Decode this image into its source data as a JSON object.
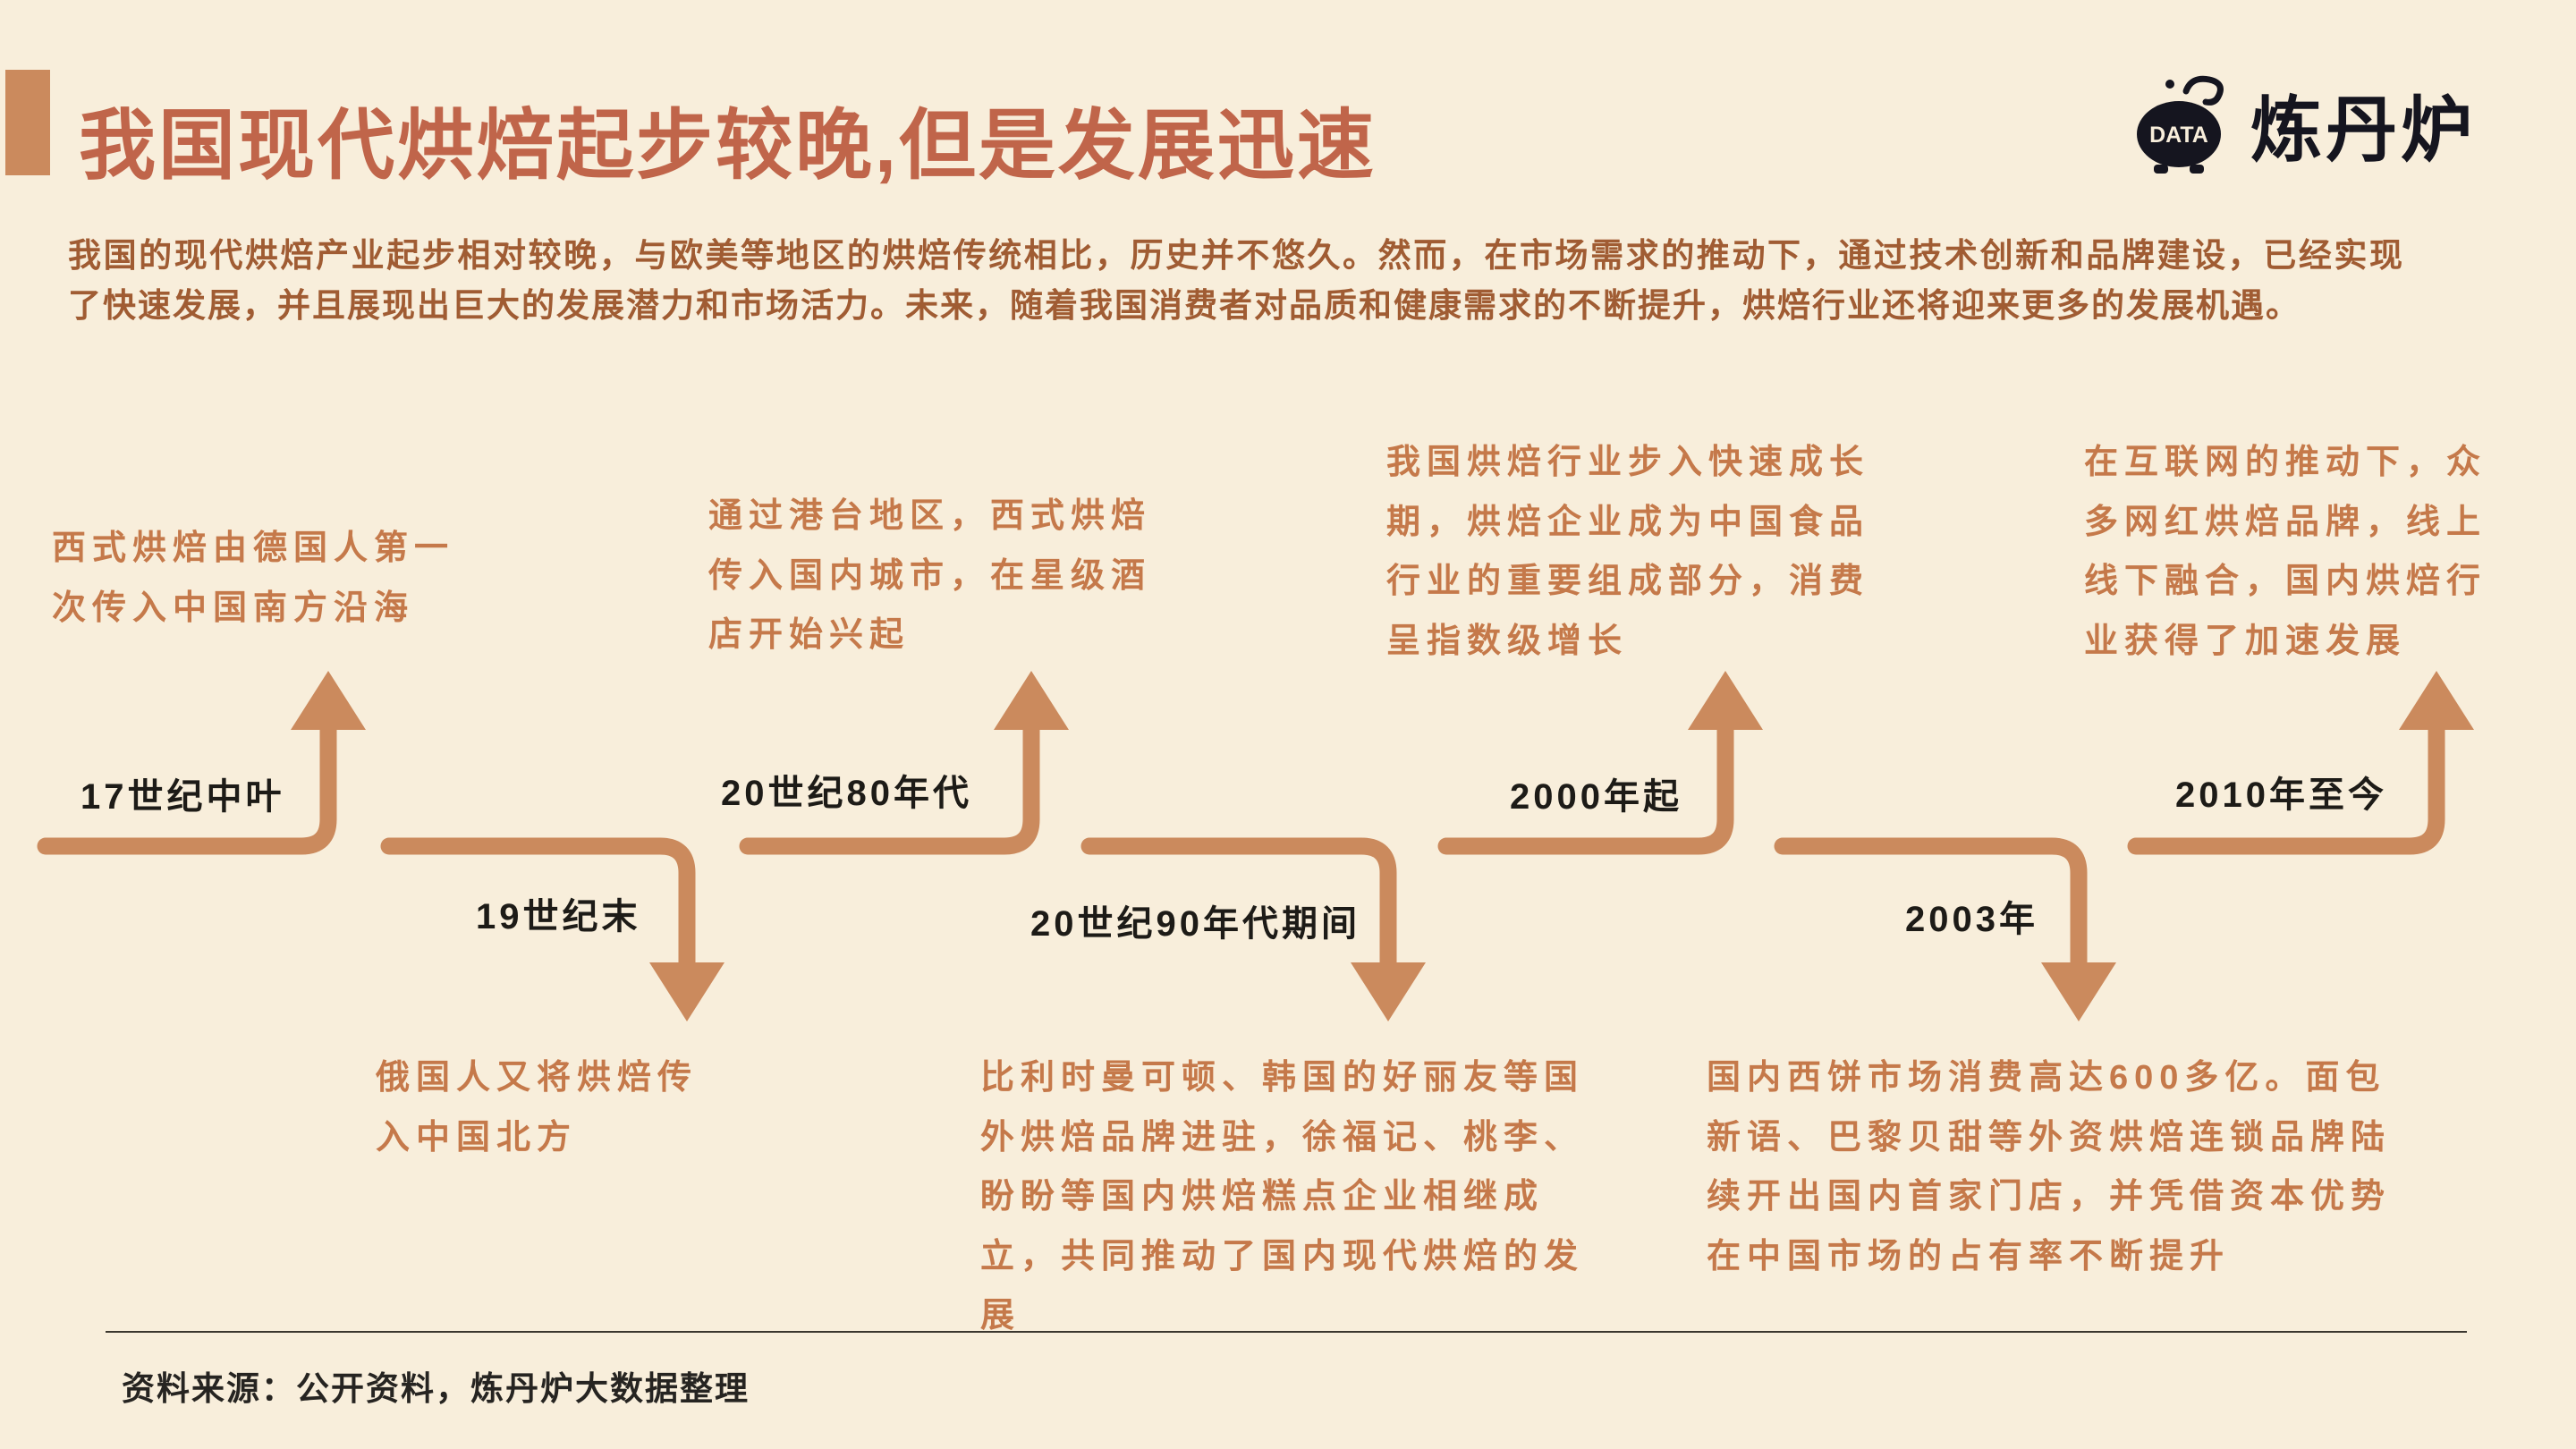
{
  "colors": {
    "background": "#f8eedb",
    "title": "#c0654a",
    "timeline": "#cb8a5d",
    "description": "#c5794a",
    "paragraph": "#a05c33",
    "ink": "#1d1b17",
    "brand": "#15151f"
  },
  "header": {
    "title": "我国现代烘焙起步较晚,但是发展迅速",
    "logo_text": "DATA",
    "brand": "炼丹炉"
  },
  "intro": {
    "text": "我国的现代烘焙产业起步相对较晚，与欧美等地区的烘焙传统相比，历史并不悠久。然而，在市场需求的推动下，通过技术创新和品牌建设，已经实现了快速发展，并且展现出巨大的发展潜力和市场活力。未来，随着我国消费者对品质和健康需求的不断提升，烘焙行业还将迎来更多的发展机遇。"
  },
  "timeline": {
    "items": [
      {
        "date": "17世纪中叶",
        "direction": "up",
        "description": "西式烘焙由德国人第一次传入中国南方沿海"
      },
      {
        "date": "19世纪末",
        "direction": "down",
        "description": "俄国人又将烘焙传入中国北方"
      },
      {
        "date": "20世纪80年代",
        "direction": "up",
        "description": "通过港台地区，西式烘焙传入国内城市，在星级酒店开始兴起"
      },
      {
        "date": "20世纪90年代期间",
        "direction": "down",
        "description": "比利时曼可顿、韩国的好丽友等国外烘焙品牌进驻，徐福记、桃李、盼盼等国内烘焙糕点企业相继成立，共同推动了国内现代烘焙的发展"
      },
      {
        "date": "2000年起",
        "direction": "up",
        "description": "我国烘焙行业步入快速成长期，烘焙企业成为中国食品行业的重要组成部分，消费呈指数级增长"
      },
      {
        "date": "2003年",
        "direction": "down",
        "description": "国内西饼市场消费高达600多亿。面包新语、巴黎贝甜等外资烘焙连锁品牌陆续开出国内首家门店，并凭借资本优势在中国市场的占有率不断提升"
      },
      {
        "date": "2010年至今",
        "direction": "up",
        "description": "在互联网的推动下，众多网红烘焙品牌，线上线下融合，国内烘焙行业获得了加速发展"
      }
    ]
  },
  "footer": {
    "source": "资料来源：公开资料，炼丹炉大数据整理"
  }
}
